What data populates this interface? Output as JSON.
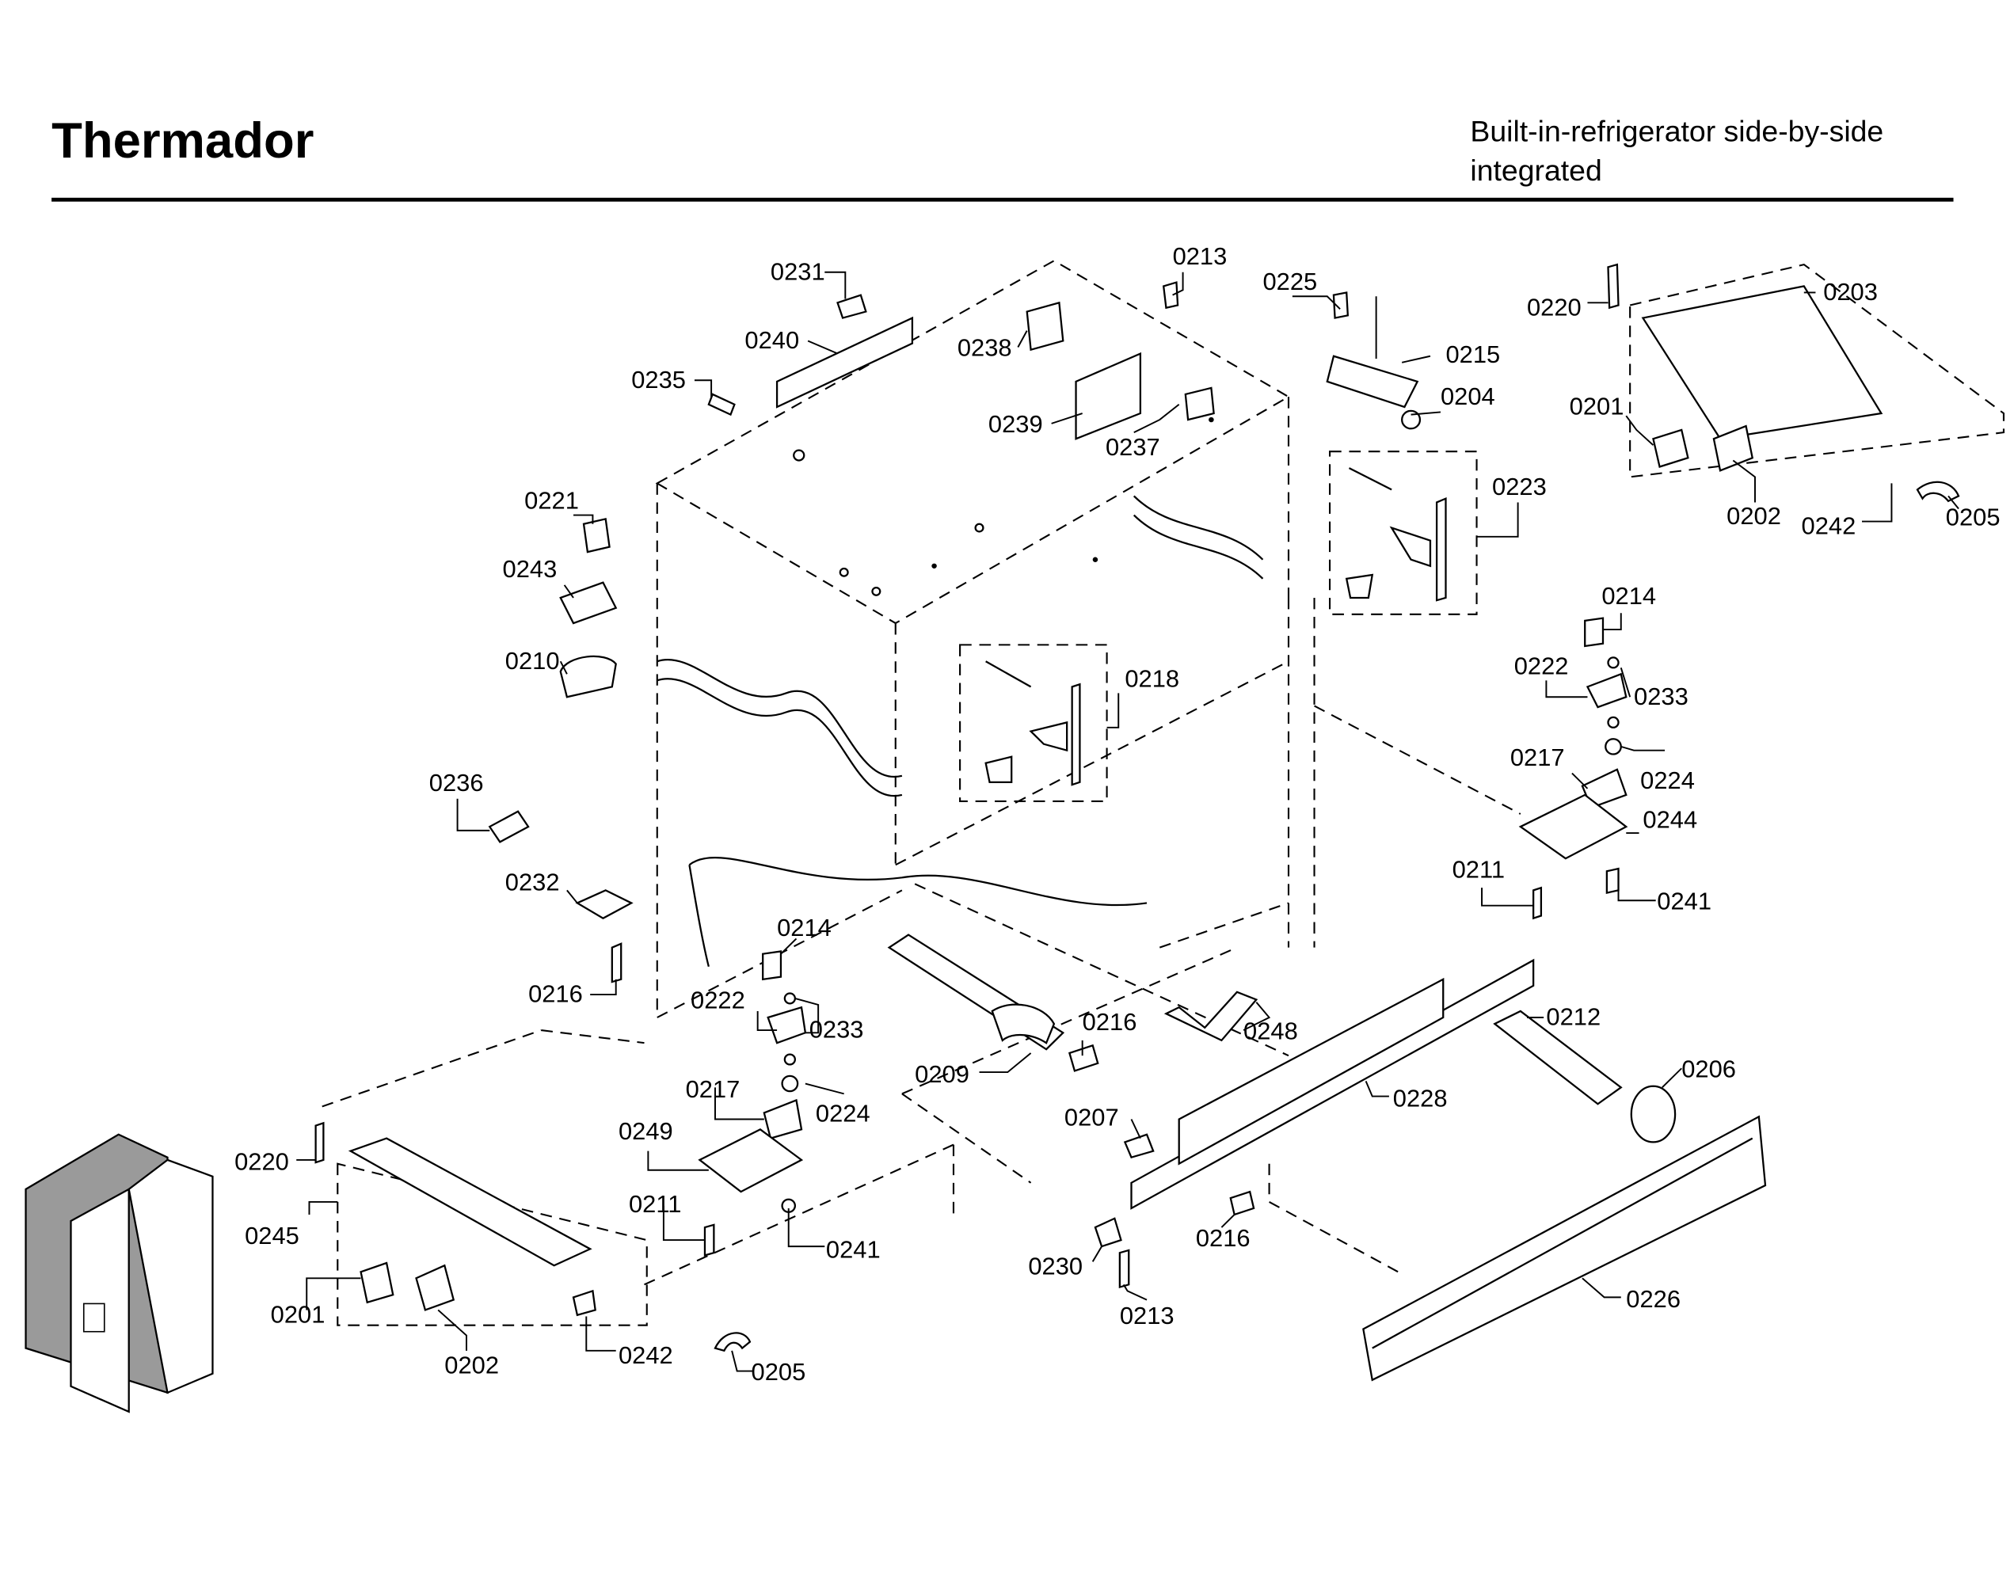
{
  "header": {
    "brand": "Thermador",
    "subtitle_line1": "Built-in-refrigerator side-by-side",
    "subtitle_line2": "integrated"
  },
  "parts": {
    "p0231": "0231",
    "p0240": "0240",
    "p0235": "0235",
    "p0238": "0238",
    "p0239": "0239",
    "p0237": "0237",
    "p0213_top": "0213",
    "p0225": "0225",
    "p0215": "0215",
    "p0204": "0204",
    "p0223": "0223",
    "p0220_top": "0220",
    "p0203": "0203",
    "p0201_top": "0201",
    "p0202_top": "0202",
    "p0242_top": "0242",
    "p0205_top": "0205",
    "p0221": "0221",
    "p0243": "0243",
    "p0210": "0210",
    "p0236": "0236",
    "p0232": "0232",
    "p0216_left": "0216",
    "p0218": "0218",
    "p0214_right": "0214",
    "p0222_right": "0222",
    "p0233_right": "0233",
    "p0224_right": "0224",
    "p0217_right": "0217",
    "p0244": "0244",
    "p0211_right": "0211",
    "p0241_right": "0241",
    "p0214_mid": "0214",
    "p0222_mid": "0222",
    "p0233_mid": "0233",
    "p0217_mid": "0217",
    "p0224_mid": "0224",
    "p0249": "0249",
    "p0211_mid": "0211",
    "p0241_mid": "0241",
    "p0209": "0209",
    "p0216_mid": "0216",
    "p0248": "0248",
    "p0212": "0212",
    "p0206": "0206",
    "p0228": "0228",
    "p0207": "0207",
    "p0216_low": "0216",
    "p0230": "0230",
    "p0213_low": "0213",
    "p0226": "0226",
    "p0220_left": "0220",
    "p0245": "0245",
    "p0201_left": "0201",
    "p0202_left": "0202",
    "p0242_left": "0242",
    "p0205_left": "0205"
  }
}
